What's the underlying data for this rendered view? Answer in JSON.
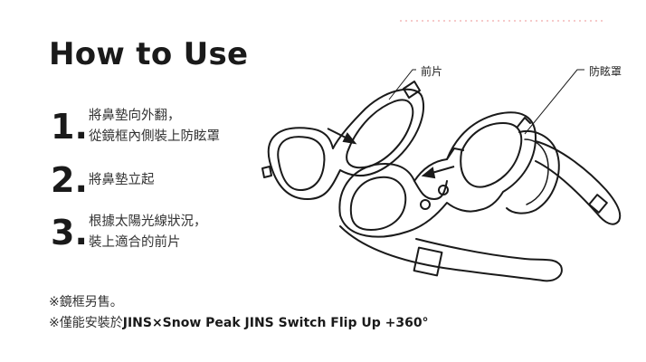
{
  "title": "How to Use",
  "steps": [
    {
      "num": "1.",
      "line1": "將鼻墊向外翻，",
      "line2": "從鏡框內側裝上防眩罩"
    },
    {
      "num": "2.",
      "line1": "將鼻墊立起",
      "line2": ""
    },
    {
      "num": "3.",
      "line1": "根據太陽光線狀況，",
      "line2": "裝上適合的前片"
    }
  ],
  "notes": {
    "note1": "※鏡框另售。",
    "note2_prefix": "※僅能安裝於",
    "note2_product": "JINS×Snow Peak  JINS Switch Flip Up +360°"
  },
  "callouts": {
    "front_lens": "前片",
    "glare_shield": "防眩罩"
  }
}
